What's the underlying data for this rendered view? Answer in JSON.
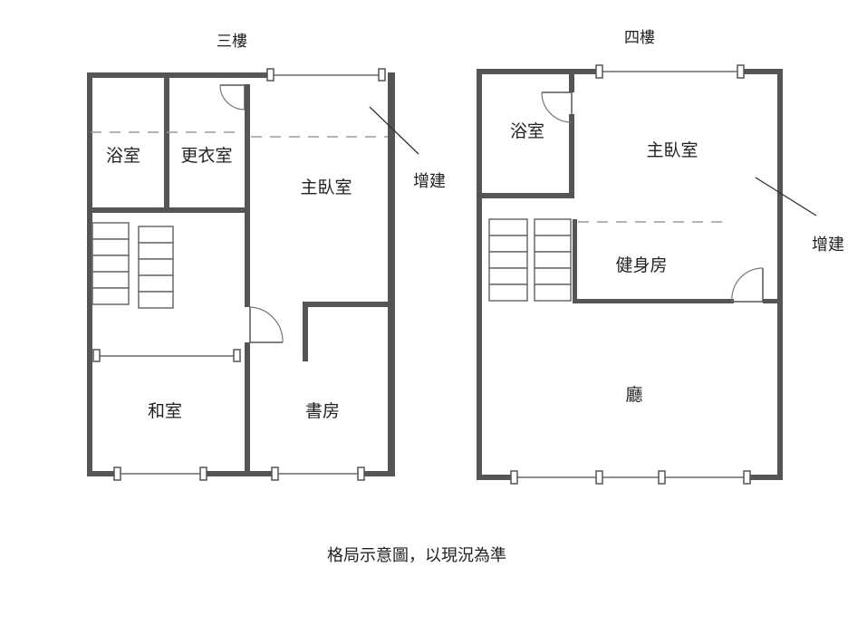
{
  "floor3": {
    "title": "三樓",
    "rooms": {
      "bathroom": "浴室",
      "closet": "更衣室",
      "master_bedroom": "主臥室",
      "tatami_room": "和室",
      "study": "書房"
    },
    "extension": "增建"
  },
  "floor4": {
    "title": "四樓",
    "rooms": {
      "bathroom": "浴室",
      "master_bedroom": "主臥室",
      "gym": "健身房",
      "hall": "廳"
    },
    "extension": "增建"
  },
  "caption": "格局示意圖，以現況為準"
}
